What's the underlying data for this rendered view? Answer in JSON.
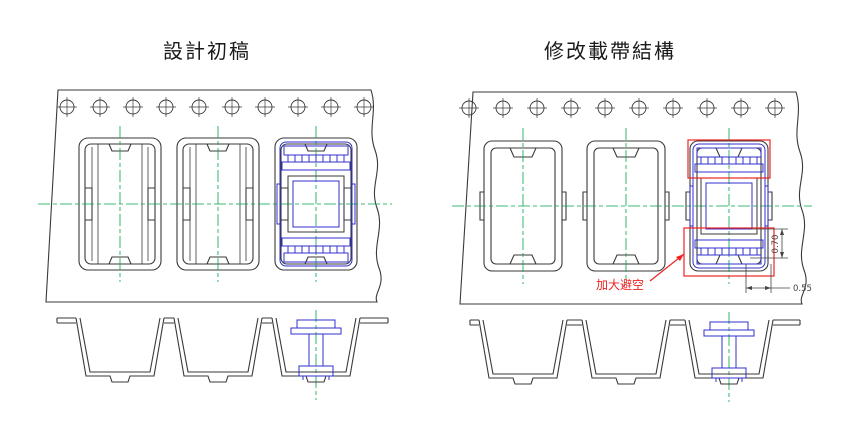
{
  "titles": {
    "left": "設計初稿",
    "right": "修改載帶結構"
  },
  "annotations": {
    "clearance_label": "加大避空",
    "dim_vertical": "0.70",
    "dim_horizontal": "0.55"
  },
  "colors": {
    "title": "#1a1a1a",
    "outline": "#3a3a3a",
    "centerline": "#00a546",
    "component": "#3030cc",
    "highlight": "#ee2222",
    "dimension": "#444444"
  }
}
